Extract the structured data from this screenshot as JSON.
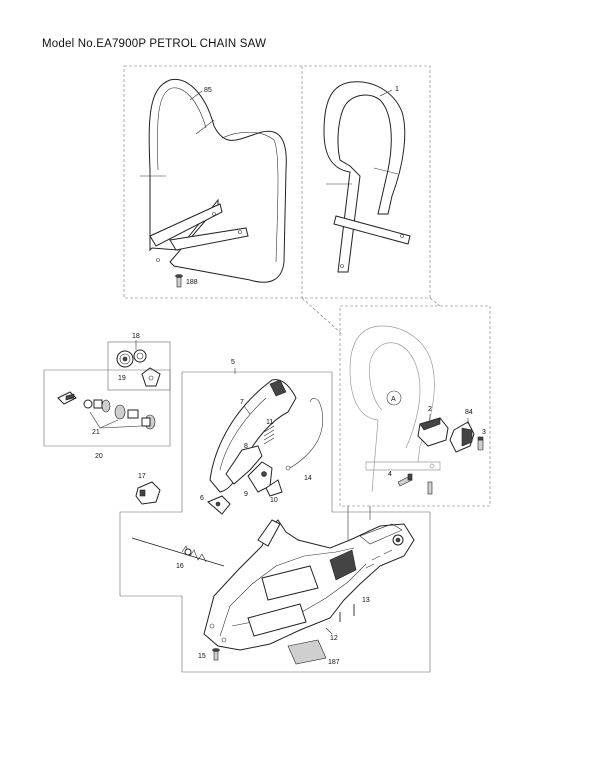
{
  "title": "Model No.EA7900P PETROL CHAIN SAW",
  "callouts": {
    "p85": "85",
    "p1": "1",
    "p188a": "188",
    "p18": "18",
    "p19": "19",
    "p5": "5",
    "p7": "7",
    "p11": "11",
    "p8": "8",
    "p9": "9",
    "p10": "10",
    "p14": "14",
    "p21": "21",
    "p20": "20",
    "p17": "17",
    "p6": "6",
    "p16": "16",
    "p2": "2",
    "p84": "84",
    "p3": "3",
    "p4": "4",
    "pA": "A",
    "p13": "13",
    "p12": "12",
    "p15": "15",
    "p187": "187"
  }
}
